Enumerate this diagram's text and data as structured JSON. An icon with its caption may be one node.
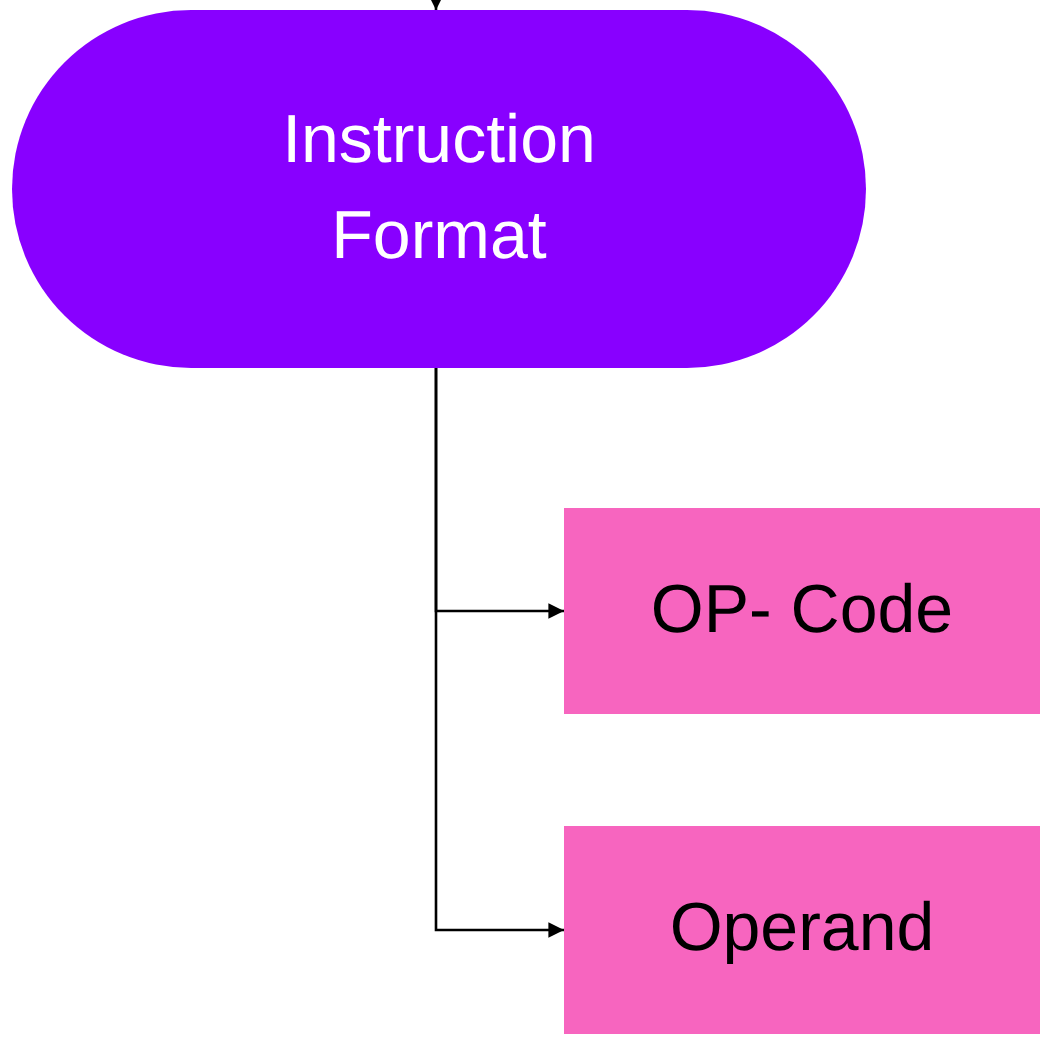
{
  "diagram": {
    "nodes": [
      {
        "text": [
          "Instruction Format"
        ]
      },
      {
        "text": [
          "OP- Code"
        ]
      },
      {
        "text": [
          "Operand"
        ]
      }
    ],
    "edges": [
      {
        "from": null,
        "to": 0,
        "arrow": "to"
      },
      {
        "from": 0,
        "to": 1,
        "arrow": "to"
      },
      {
        "from": 0,
        "to": 2,
        "arrow": "to"
      }
    ]
  }
}
